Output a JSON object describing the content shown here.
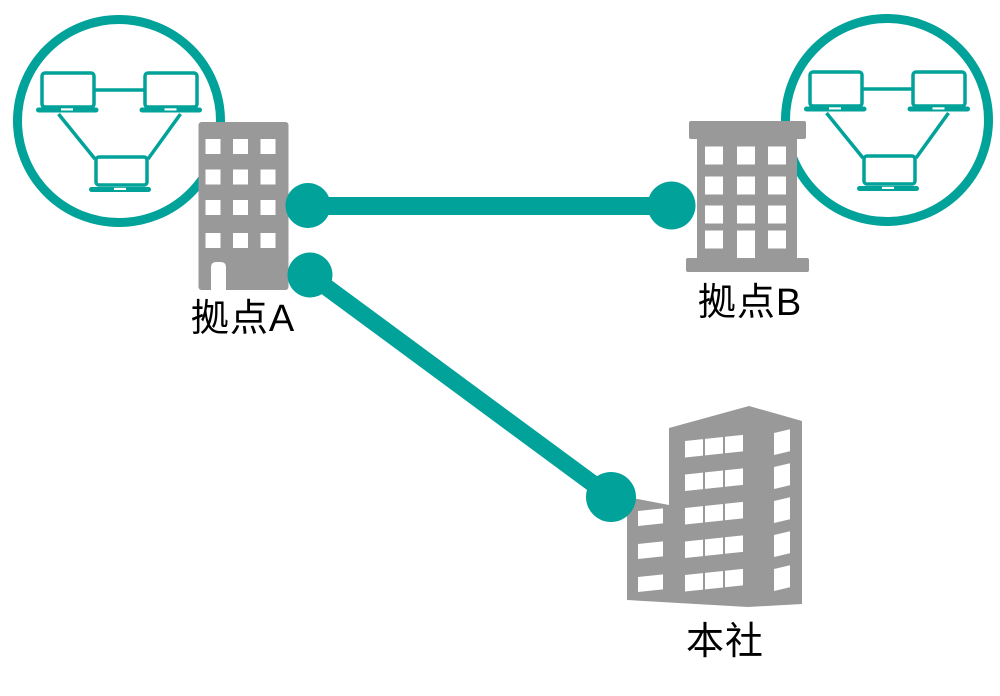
{
  "colors": {
    "teal": "#00A29A",
    "gray": "#999999",
    "text": "#000000",
    "bg": "#FFFFFF"
  },
  "diagram": {
    "type": "network-topology",
    "nodes": [
      {
        "id": "site-a",
        "label": "拠点A",
        "icon": "office-building-icon"
      },
      {
        "id": "site-b",
        "label": "拠点B",
        "icon": "office-building-icon"
      },
      {
        "id": "headquarters",
        "label": "本社",
        "icon": "headquarters-building-icon"
      }
    ],
    "links": [
      {
        "from": "site-a",
        "to": "site-b",
        "style": "thick teal line with round endpoint dots"
      },
      {
        "from": "site-a",
        "to": "headquarters",
        "style": "thick teal line with round endpoint dots"
      }
    ],
    "lan_icons": [
      {
        "attached_to": "site-a",
        "name": "lan-network-icon",
        "devices": 3
      },
      {
        "attached_to": "site-b",
        "name": "lan-network-icon",
        "devices": 3
      }
    ]
  }
}
